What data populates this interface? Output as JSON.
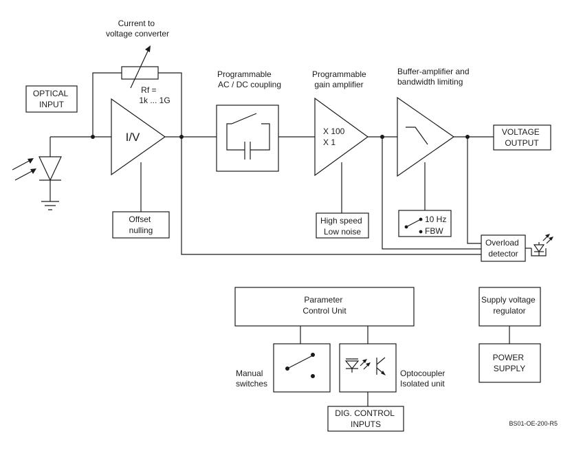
{
  "labels": {
    "converter_title": [
      "Current to",
      "voltage converter"
    ],
    "feedback_resistor": [
      "Rf =",
      "1k ... 1G"
    ],
    "optical_input": [
      "OPTICAL",
      "INPUT"
    ],
    "iv_amp": "I/V",
    "offset_nulling": [
      "Offset",
      "nulling"
    ],
    "coupling_title": [
      "Programmable",
      "AC / DC coupling"
    ],
    "gain_title": [
      "Programmable",
      "gain amplifier"
    ],
    "gain_values": [
      "X 100",
      "X 1"
    ],
    "noise_mode": [
      "High speed",
      "Low noise"
    ],
    "buffer_title": [
      "Buffer-amplifier and",
      "bandwidth limiting"
    ],
    "bandwidth_options": [
      "10 Hz",
      "FBW"
    ],
    "voltage_output": [
      "VOLTAGE",
      "OUTPUT"
    ],
    "overload_detector": [
      "Overload",
      "detector"
    ],
    "parameter_control": [
      "Parameter",
      "Control Unit"
    ],
    "supply_regulator": [
      "Supply voltage",
      "regulator"
    ],
    "power_supply": [
      "POWER",
      "SUPPLY"
    ],
    "manual_switches": [
      "Manual",
      "switches"
    ],
    "optocoupler": [
      "Optocoupler",
      "Isolated unit"
    ],
    "digital_inputs": [
      "DIG. CONTROL",
      "INPUTS"
    ],
    "drawing_code": "BS01-OE-200-R5"
  }
}
